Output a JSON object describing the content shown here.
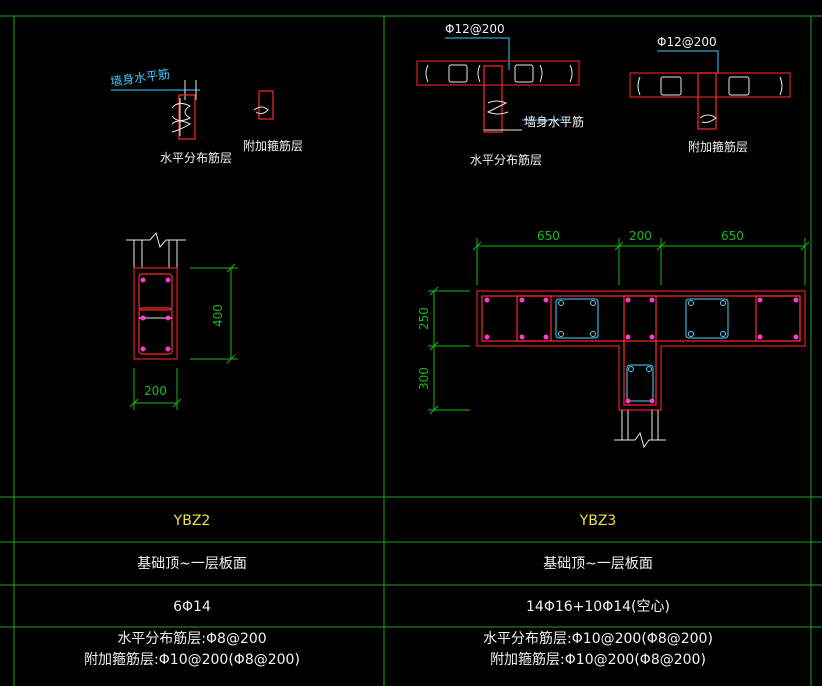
{
  "colors": {
    "grid": "#1fa31f",
    "concrete": "#e11e1e",
    "rebar_red": "#ff2a2a",
    "rebar_pink": "#ff3bd0",
    "stirrup_cyan": "#4fd2ff",
    "hook_white": "#e8e8e8",
    "dim_green": "#18b818",
    "label_blue": "#3ec8ff",
    "label_white": "#f2f2f2",
    "title_yellow": "#f0e040",
    "background": "#000000"
  },
  "left_panel": {
    "legend_wall_horizontal": "墙身水平筋",
    "legend_horizontal_layer": "水平分布筋层",
    "legend_additional_layer": "附加箍筋层",
    "dim_width": "200",
    "dim_height": "400"
  },
  "right_panel": {
    "detail1_spec": "Φ12@200",
    "detail1_wall_horizontal": "墙身水平筋",
    "detail1_horizontal_layer": "水平分布筋层",
    "detail2_spec": "Φ12@200",
    "detail2_additional_layer": "附加箍筋层",
    "dim_top_left": "650",
    "dim_top_mid": "200",
    "dim_top_right": "650",
    "dim_side_top": "250",
    "dim_side_bottom": "300"
  },
  "table": {
    "col1": {
      "name": "YBZ2",
      "elevation": "基础顶~一层板面",
      "longitudinal": "6Φ14",
      "stirrup_line1": "水平分布筋层:Φ8@200",
      "stirrup_line2": "附加箍筋层:Φ10@200(Φ8@200)"
    },
    "col2": {
      "name": "YBZ3",
      "elevation": "基础顶~一层板面",
      "longitudinal": "14Φ16+10Φ14(空心)",
      "stirrup_line1": "水平分布筋层:Φ10@200(Φ8@200)",
      "stirrup_line2": "附加箍筋层:Φ10@200(Φ8@200)"
    }
  }
}
